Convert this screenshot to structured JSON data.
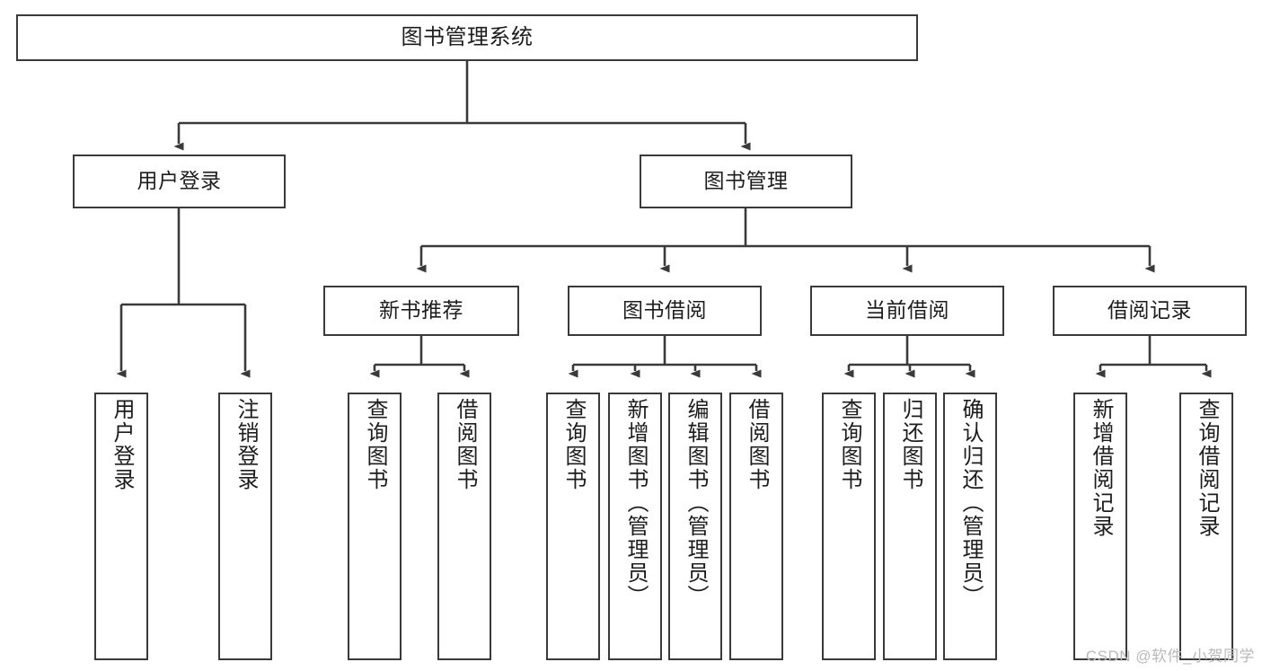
{
  "diagram": {
    "title": "图书管理系统",
    "type": "tree",
    "orientation": "top-down",
    "colors": {
      "background": "#ffffff",
      "box_border": "#3a3a3a",
      "box_fill": "#ffffff",
      "connector": "#3a3a3a",
      "text": "#1d1d1d",
      "watermark": "#b9b9b9"
    },
    "watermark": "CSDN @软件_小贺同学",
    "levels": 4
  },
  "nodes": {
    "root": {
      "id": "root",
      "label": "图书管理系统",
      "level": 0,
      "orientation": "horizontal"
    },
    "level1": [
      {
        "id": "user-login",
        "label": "用户登录",
        "level": 1,
        "orientation": "horizontal"
      },
      {
        "id": "book-manage",
        "label": "图书管理",
        "level": 1,
        "orientation": "horizontal"
      }
    ],
    "level2": [
      {
        "id": "new-book-recommend",
        "label": "新书推荐",
        "level": 2,
        "orientation": "horizontal",
        "parent": "book-manage"
      },
      {
        "id": "book-borrow",
        "label": "图书借阅",
        "level": 2,
        "orientation": "horizontal",
        "parent": "book-manage"
      },
      {
        "id": "current-borrow",
        "label": "当前借阅",
        "level": 2,
        "orientation": "horizontal",
        "parent": "book-manage"
      },
      {
        "id": "borrow-record",
        "label": "借阅记录",
        "level": 2,
        "orientation": "horizontal",
        "parent": "book-manage"
      }
    ],
    "leaves": [
      {
        "id": "leaf-user-login",
        "label": "用户登录",
        "parent": "user-login",
        "orientation": "vertical"
      },
      {
        "id": "leaf-user-logout",
        "label": "注销登录",
        "parent": "user-login",
        "orientation": "vertical"
      },
      {
        "id": "leaf-query-book-1",
        "label": "查询图书",
        "parent": "new-book-recommend",
        "orientation": "vertical"
      },
      {
        "id": "leaf-borrow-book-1",
        "label": "借阅图书",
        "parent": "new-book-recommend",
        "orientation": "vertical"
      },
      {
        "id": "leaf-query-book-2",
        "label": "查询图书",
        "parent": "book-borrow",
        "orientation": "vertical"
      },
      {
        "id": "leaf-add-book",
        "label": "新增图书（管理员）",
        "parent": "book-borrow",
        "orientation": "vertical"
      },
      {
        "id": "leaf-edit-book",
        "label": "编辑图书（管理员）",
        "parent": "book-borrow",
        "orientation": "vertical"
      },
      {
        "id": "leaf-borrow-book-2",
        "label": "借阅图书",
        "parent": "book-borrow",
        "orientation": "vertical"
      },
      {
        "id": "leaf-query-book-3",
        "label": "查询图书",
        "parent": "current-borrow",
        "orientation": "vertical"
      },
      {
        "id": "leaf-return-book",
        "label": "归还图书",
        "parent": "current-borrow",
        "orientation": "vertical"
      },
      {
        "id": "leaf-confirm-return",
        "label": "确认归还（管理员）",
        "parent": "current-borrow",
        "orientation": "vertical"
      },
      {
        "id": "leaf-add-record",
        "label": "新增借阅记录",
        "parent": "borrow-record",
        "orientation": "vertical"
      },
      {
        "id": "leaf-query-record",
        "label": "查询借阅记录",
        "parent": "borrow-record",
        "orientation": "vertical"
      }
    ]
  }
}
